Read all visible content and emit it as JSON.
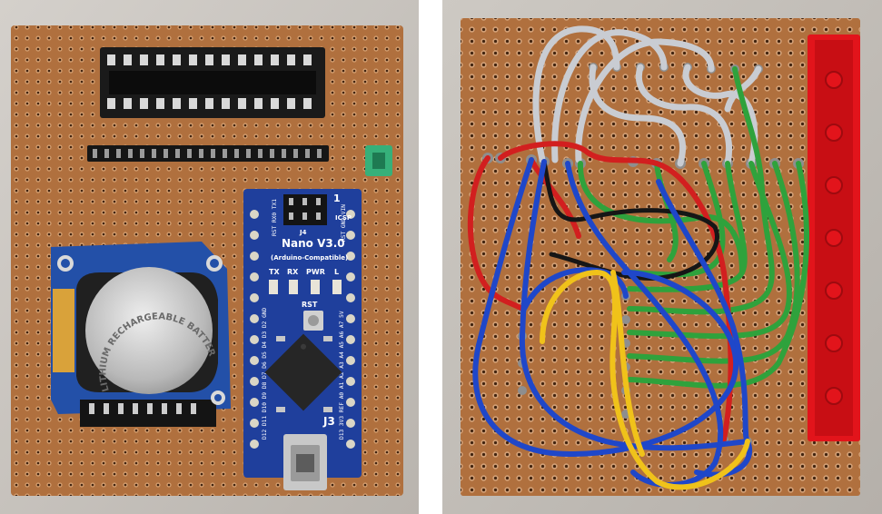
{
  "left_photo": {
    "nano_model": "Nano V3.0",
    "nano_subtitle": "(Arduino-Compatible)",
    "nano_led_labels": [
      "TX",
      "RX",
      "PWR",
      "L"
    ],
    "nano_rst": "RST",
    "nano_right_pins": "RST GND VIN",
    "nano_left_pins": "RST RX0 TX1",
    "nano_top_pins": "D12 D11 D10 D9 D8 D7 D6 D5 D4 D3 D2 GND",
    "nano_bottom_pins": "D13 3V3 REF A0 A1 A2 A3 A4 A5 A6 A7 5V",
    "nano_header_j4": "J4",
    "nano_header_j3": "J3",
    "nano_icsp": "ICSP",
    "nano_one": "1",
    "battery_text": "LITHIUM RECHARGEABLE BATTERY"
  },
  "colors": {
    "perfboard": "#b0703e",
    "nano_pcb": "#1f3f9c",
    "rtc_pcb": "#2350a8",
    "wire_red": "#d21f1f",
    "wire_blue": "#1f47c9",
    "wire_green": "#2fa23c",
    "wire_yellow": "#f0c21a",
    "wire_gray": "#c9ccd2",
    "wire_black": "#161616",
    "lego_red": "#e2141b"
  }
}
